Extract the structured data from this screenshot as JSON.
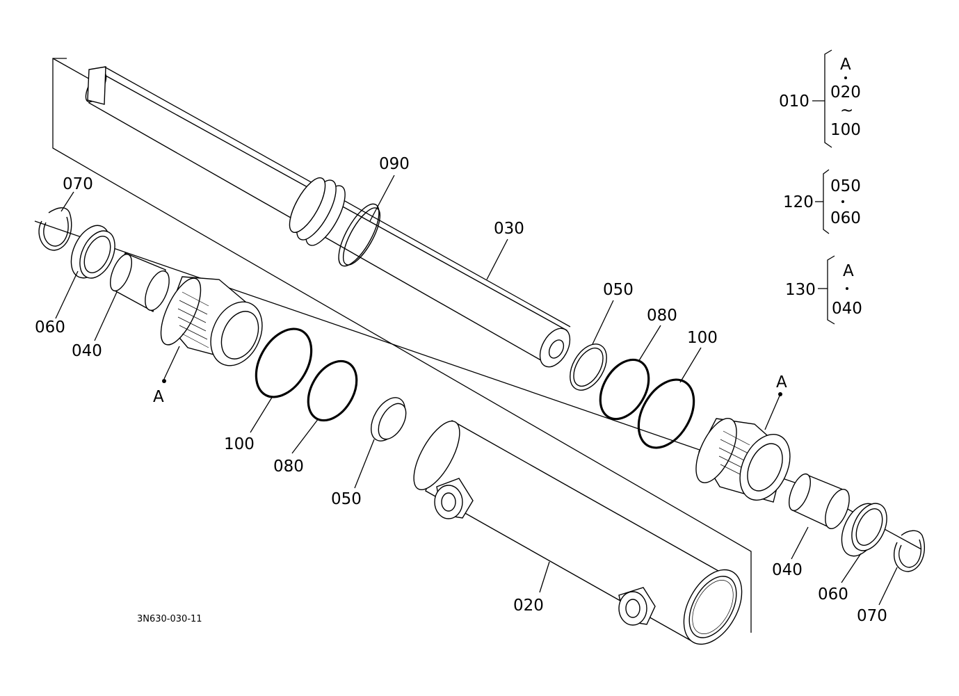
{
  "diagram": {
    "drawing_number": "3N630-030-11",
    "callouts": {
      "p090": "090",
      "p030": "030",
      "p070_left": "070",
      "p060_left": "060",
      "p040_left": "040",
      "pA_left": "A",
      "p100_left": "100",
      "p080_left": "080",
      "p050_left": "050",
      "p050_right": "050",
      "p080_right": "080",
      "p100_right": "100",
      "pA_right": "A",
      "p040_right": "040",
      "p060_right": "060",
      "p070_right": "070",
      "p020": "020"
    },
    "legend": {
      "g010": {
        "parent": "010",
        "first": "A",
        "second": "020",
        "range_mark": "~",
        "third": "100"
      },
      "g120": {
        "parent": "120",
        "first": "050",
        "second": "060"
      },
      "g130": {
        "parent": "130",
        "first": "A",
        "second": "040"
      }
    }
  }
}
